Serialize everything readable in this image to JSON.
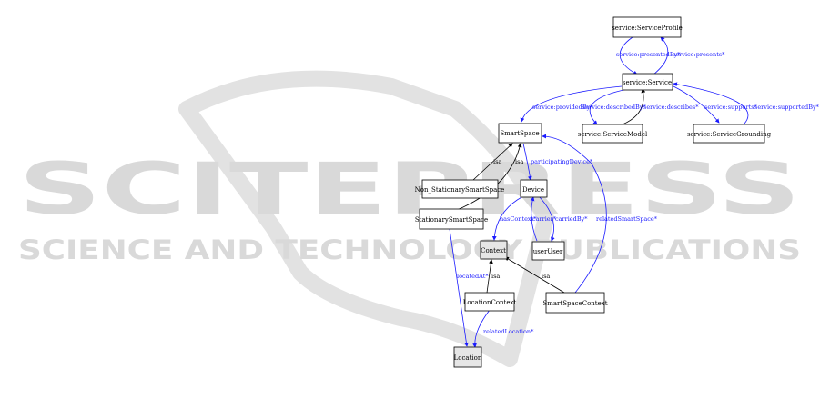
{
  "watermark": {
    "line1": "SCITEPRESS",
    "line2": "SCIENCE AND TECHNOLOGY PUBLICATIONS"
  },
  "nodes": {
    "serviceProfile": "service:ServiceProfile",
    "service": "service:Service",
    "smartSpace": "SmartSpace",
    "serviceModel": "service:ServiceModel",
    "serviceGrounding": "service:ServiceGrounding",
    "nonStationary": "Non_StationarySmartSpace",
    "device": "Device",
    "stationary": "StationarySmartSpace",
    "context": "Context",
    "user": "userUser",
    "locationContext": "LocationContext",
    "smartSpaceContext": "SmartSpaceContext",
    "location": "Location"
  },
  "edges": {
    "presentedBy": "service:presentedBy*",
    "presents": "service:presents*",
    "providedBy": "service:providedBy*",
    "describedBy": "service:describedBy*",
    "describes": "service:describes*",
    "supports": "service:supports*",
    "supportedBy": "service:supportedBy*",
    "isa1": "isa",
    "isa2": "isa",
    "participatingDevice": "participatingDevice*",
    "hasContext": "hasContext*",
    "carrier": "carrier*",
    "carriedBy": "carriedBy*",
    "relatedSmartSpace": "relatedSmartSpace*",
    "locatedAt": "locatedAt*",
    "isa3": "isa",
    "isa4": "isa",
    "relatedLocation": "relatedLocation*"
  },
  "colors": {
    "object_property": "#1a1aff",
    "subclass": "#000000",
    "watermark": "#d9d9d9"
  }
}
